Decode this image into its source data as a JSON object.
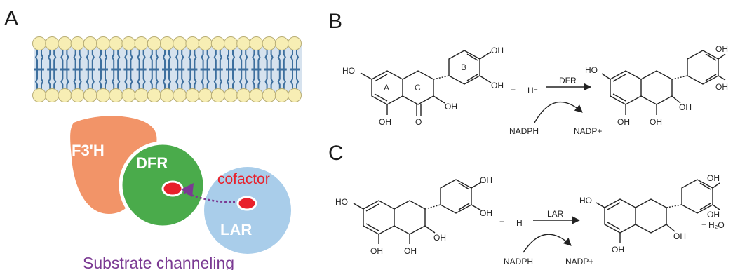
{
  "panels": {
    "a": {
      "label": "A"
    },
    "b": {
      "label": "B"
    },
    "c": {
      "label": "C"
    }
  },
  "panel_a": {
    "enzymes": {
      "f3h": "F3'H",
      "dfr": "DFR",
      "lar": "LAR"
    },
    "cofactor": "cofactor",
    "caption": "Substrate channeling"
  },
  "panel_b": {
    "substrate": {
      "ho_left": "HO",
      "oh_b1": "OH",
      "oh_b2": "OH",
      "oh_3": "OH",
      "oh_5": "OH",
      "o_keto": "O",
      "ring_a": "A",
      "ring_b": "B",
      "ring_c": "C"
    },
    "plus": "+",
    "hydride": "H⁻",
    "enzyme": "DFR",
    "cofactor_in": "NADPH",
    "cofactor_out": "NADP+",
    "product": {
      "ho_left": "HO",
      "oh_b1": "OH",
      "oh_b2": "OH",
      "oh_3": "OH",
      "oh_4": "OH",
      "oh_5": "OH"
    }
  },
  "panel_c": {
    "substrate": {
      "ho_left": "HO",
      "oh_b1": "OH",
      "oh_b2": "OH",
      "oh_3": "OH",
      "oh_4": "OH",
      "oh_5": "OH"
    },
    "plus": "+",
    "hydride": "H⁻",
    "enzyme": "LAR",
    "cofactor_in": "NADPH",
    "cofactor_out": "NADP+",
    "product": {
      "ho_left": "HO",
      "oh_b1": "OH",
      "oh_b2": "OH",
      "oh_3": "OH",
      "oh_5": "OH"
    },
    "plus2": "+",
    "water": "H₂O"
  },
  "colors": {
    "lipid_head": "#f7eeb4",
    "lipid_tail": "#3d6f9e",
    "f3h": "#f29468",
    "dfr": "#4aab4b",
    "lar": "#a9cdea",
    "dot": "#e8202a",
    "arrow": "#7b3a93",
    "caption": "#7b3a93"
  }
}
